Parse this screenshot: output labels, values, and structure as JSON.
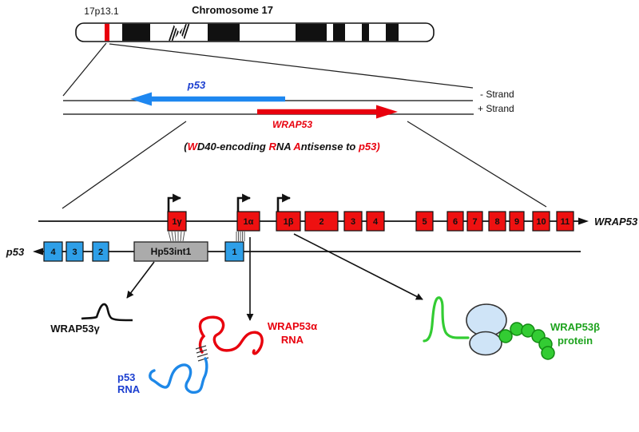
{
  "chromosome": {
    "title": "Chromosome 17",
    "band_label": "17p13.1"
  },
  "strands": {
    "minus": "- Strand",
    "plus": "+ Strand",
    "p53_label": "p53",
    "wrap53_label": "WRAP53",
    "acronym": [
      {
        "text": "("
      },
      {
        "text": "W"
      },
      {
        "text": "D40-encoding "
      },
      {
        "text": "R"
      },
      {
        "text": "NA "
      },
      {
        "text": "A"
      },
      {
        "text": "ntisense to "
      },
      {
        "text": "p53)"
      }
    ]
  },
  "wrap53_gene": {
    "label": "WRAP53",
    "exons": [
      "1γ",
      "1α",
      "1β",
      "2",
      "3",
      "4",
      "5",
      "6",
      "7",
      "8",
      "9",
      "10",
      "11"
    ]
  },
  "p53_gene": {
    "label": "p53",
    "exons": [
      "4",
      "3",
      "2",
      "1"
    ],
    "intron_label": "Hp53int1"
  },
  "products": {
    "gamma_label": "WRAP53γ",
    "alpha_line1": "WRAP53α",
    "alpha_line2": "RNA",
    "p53_line1": "p53",
    "p53_line2": "RNA",
    "beta_line1": "WRAP53β",
    "beta_line2": "protein"
  },
  "colors": {
    "red": "#e8000d",
    "blue_arrow": "#1e87f0",
    "blue_text": "#1c3fd0",
    "exon_blue": "#2e9fe8",
    "green": "#2fbf2f",
    "gray_box": "#ababab",
    "ribosome": "#cfe4f7"
  }
}
